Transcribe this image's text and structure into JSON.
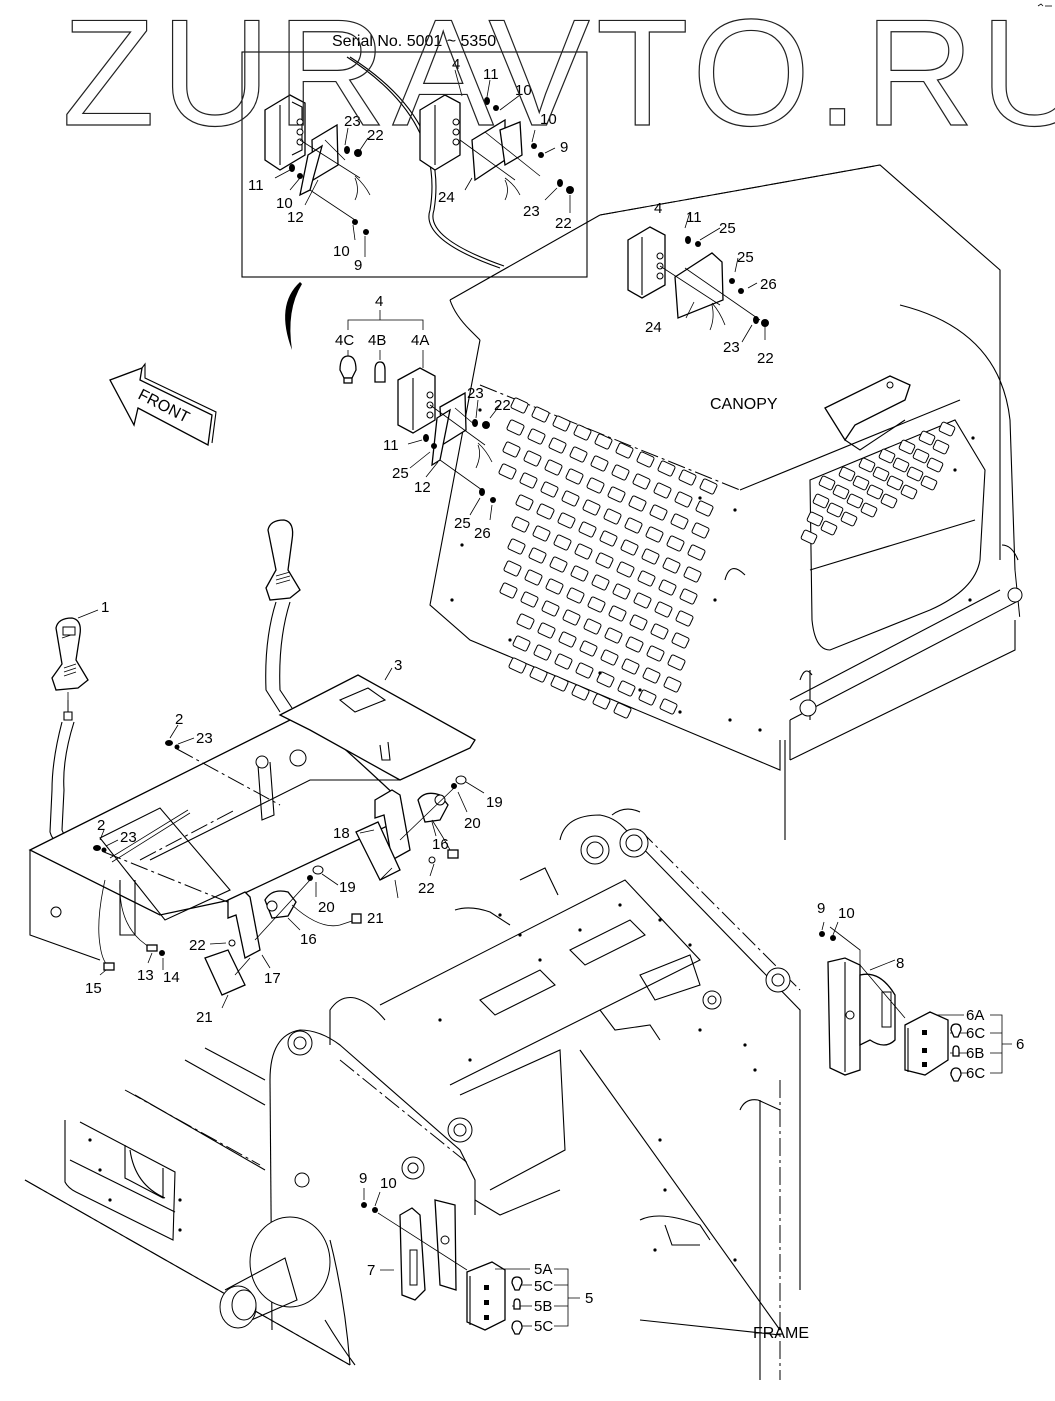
{
  "diagram": {
    "watermark": "ZURAVTO.RU",
    "serial_caption": "Serial No. 5001 ~ 5350",
    "direction_arrow": "FRONT",
    "assembly_labels": {
      "canopy": "CANOPY",
      "frame": "FRAME"
    },
    "inset_callouts": {
      "left_lamp": [
        "23",
        "22",
        "11",
        "10",
        "12",
        "10",
        "9"
      ],
      "right_lamp": [
        "4",
        "11",
        "10",
        "10",
        "9",
        "24",
        "23",
        "22"
      ]
    },
    "canopy_rear_lamp_callouts": [
      "4",
      "11",
      "25",
      "25",
      "26",
      "24",
      "23",
      "22"
    ],
    "front_lamp_group": {
      "parent": "4",
      "children": [
        "4C",
        "4B",
        "4A"
      ],
      "callouts": [
        "23",
        "22",
        "11",
        "25",
        "12",
        "25",
        "26"
      ]
    },
    "control_callouts": [
      "1",
      "2",
      "23",
      "2",
      "23",
      "3",
      "15",
      "13",
      "14"
    ],
    "switch_callouts": [
      "19",
      "20",
      "16",
      "18",
      "22",
      "21",
      "19",
      "20",
      "16",
      "22",
      "17",
      "21"
    ],
    "right_tail_lamp": {
      "hardware": [
        "9",
        "10",
        "8"
      ],
      "parent": "6",
      "children": [
        "6A",
        "6C",
        "6B",
        "6C"
      ]
    },
    "left_tail_lamp": {
      "hardware": [
        "9",
        "10",
        "7"
      ],
      "parent": "5",
      "children": [
        "5A",
        "5C",
        "5B",
        "5C"
      ]
    }
  }
}
